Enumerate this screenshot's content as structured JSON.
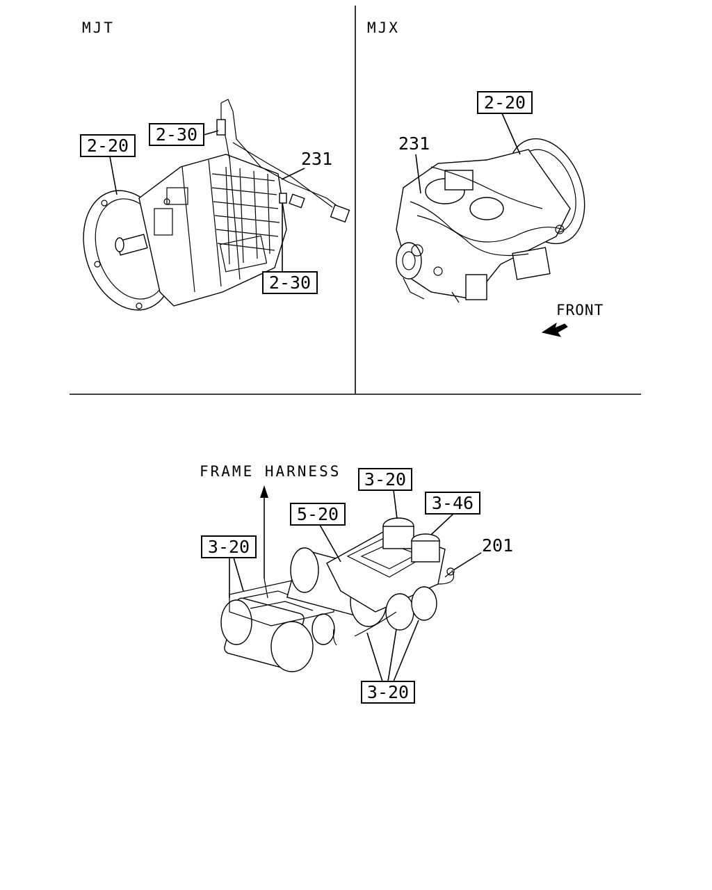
{
  "panels": {
    "mjt": {
      "title": "MJT",
      "callouts": {
        "case": "2-20",
        "sensor_top": "2-30",
        "harness": "231",
        "sensor_bottom": "2-30"
      }
    },
    "mjx": {
      "title": "MJX",
      "callouts": {
        "case": "2-20",
        "harness": "231"
      },
      "front_label": "FRONT"
    },
    "tanks": {
      "frame_harness_label": "FRAME HARNESS",
      "callouts": {
        "tank_top": "3-20",
        "valve_top": "3-46",
        "tank_body": "5-20",
        "tank_left": "3-20",
        "harness": "201",
        "tank_bottom": "3-20"
      }
    }
  }
}
